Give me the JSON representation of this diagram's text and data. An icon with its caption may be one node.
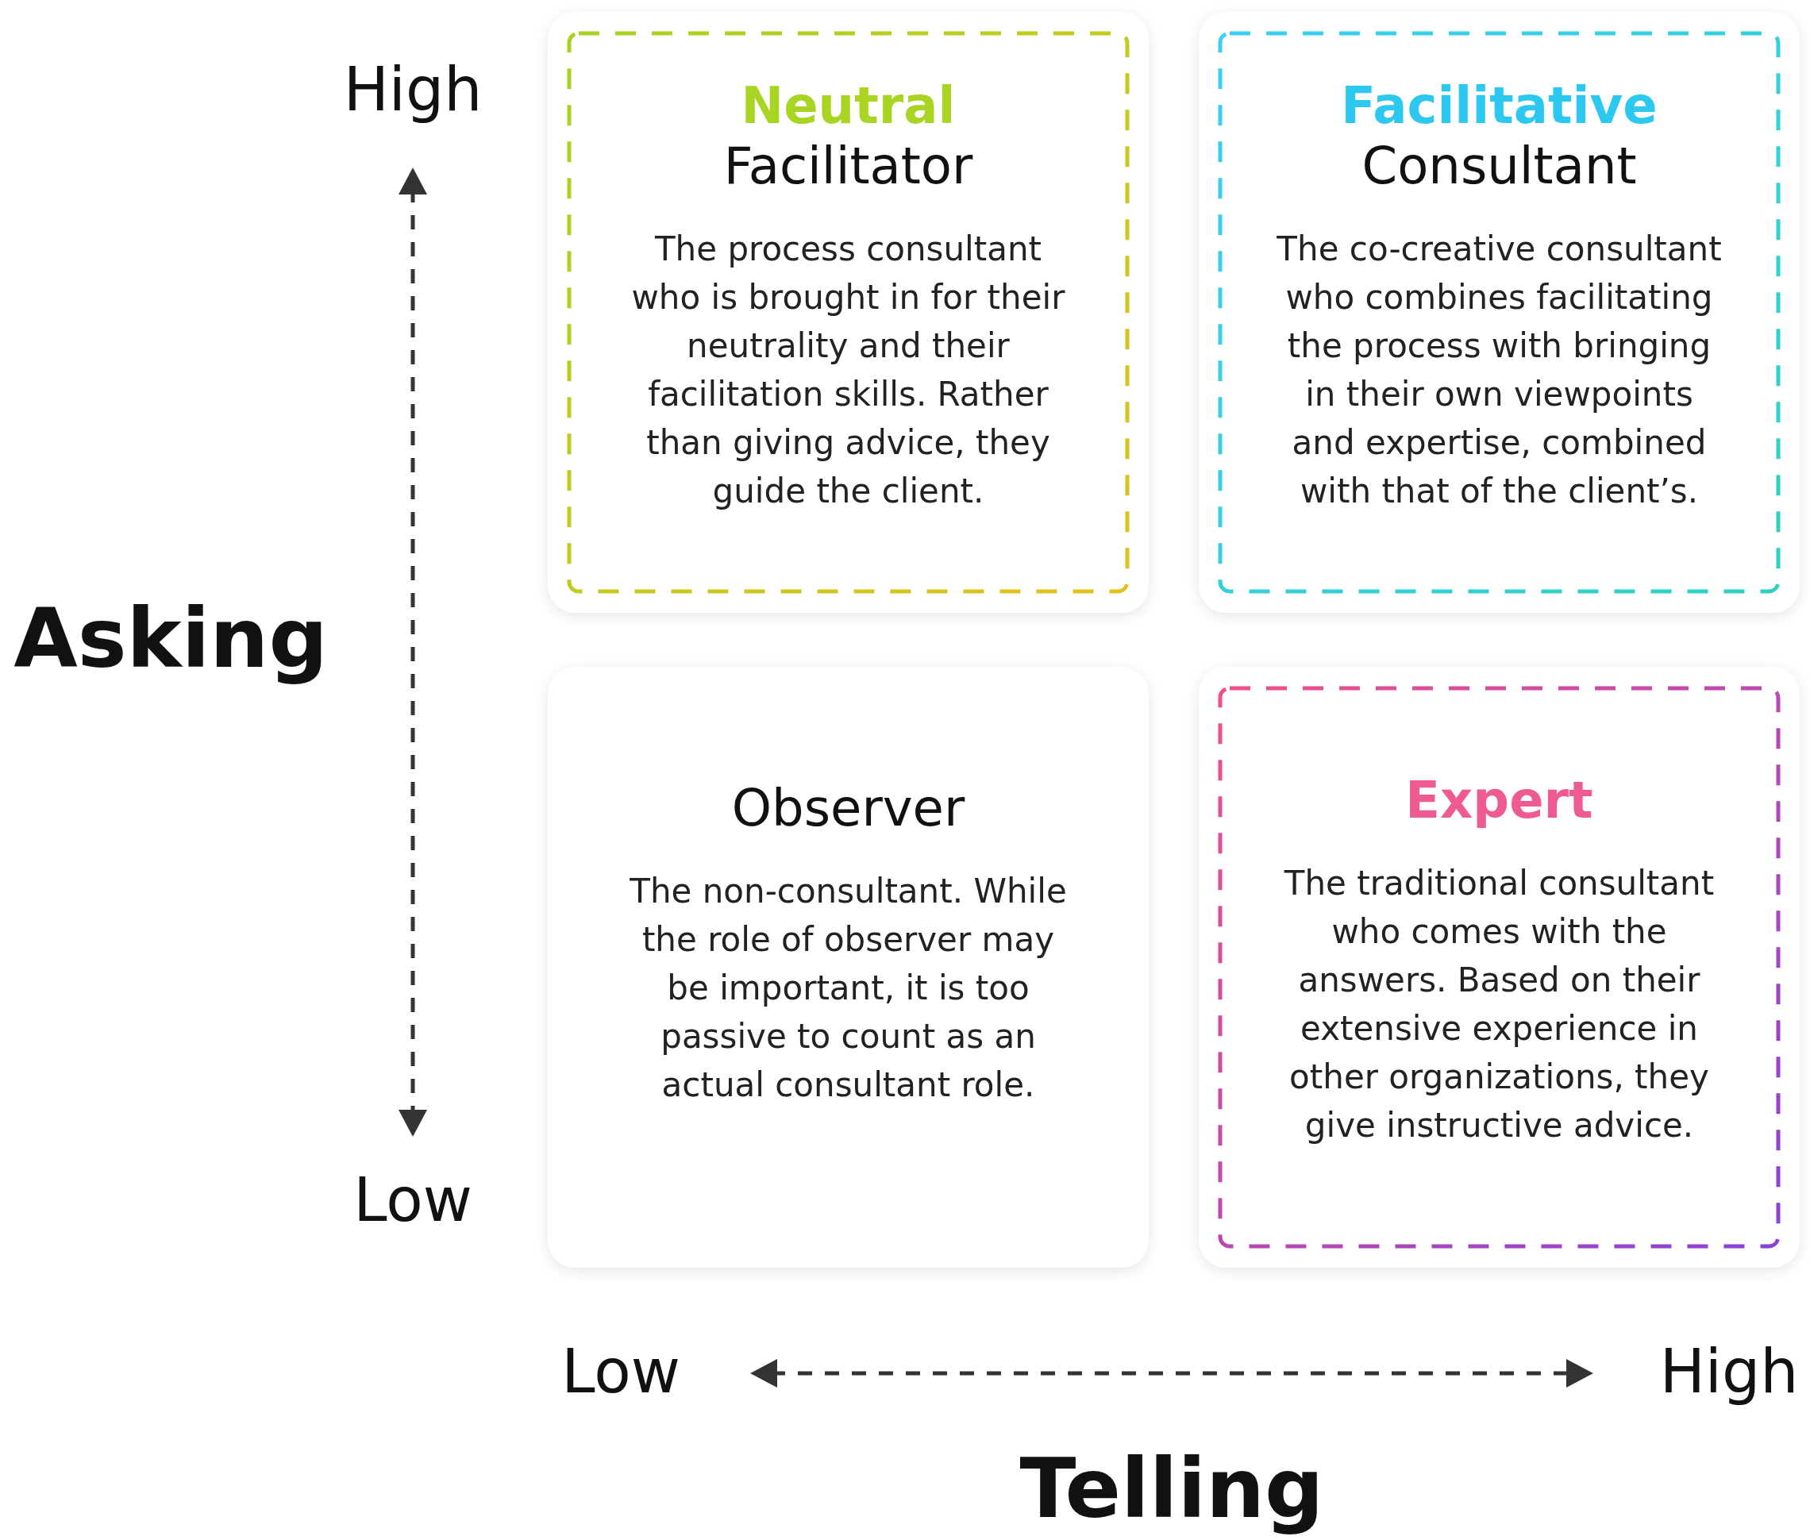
{
  "diagram": {
    "nodes": [
      {
        "text": [
          "Neutral",
          "Facilitator",
          "The process consultant who is brought in for their neutrality and their facilitation skills. Rather than giving advice, they guide the client."
        ]
      },
      {
        "text": [
          "Facilitative",
          "Consultant",
          "The co-creative consultant who combines facilitating the process with bringing in their own viewpoints and expertise, combined with that of the client’s."
        ]
      },
      {
        "text": [
          "Observer",
          "The non-consultant. While the role of observer may be important, it is too passive to count as an actual consultant role."
        ]
      },
      {
        "text": [
          "Expert",
          "The traditional consultant who comes with the answers. Based on their extensive experience in other organizations, they give instructive advice."
        ]
      }
    ],
    "edges": [],
    "labels": [
      "High",
      "Asking",
      "Low",
      "Low",
      "High",
      "Telling"
    ]
  }
}
